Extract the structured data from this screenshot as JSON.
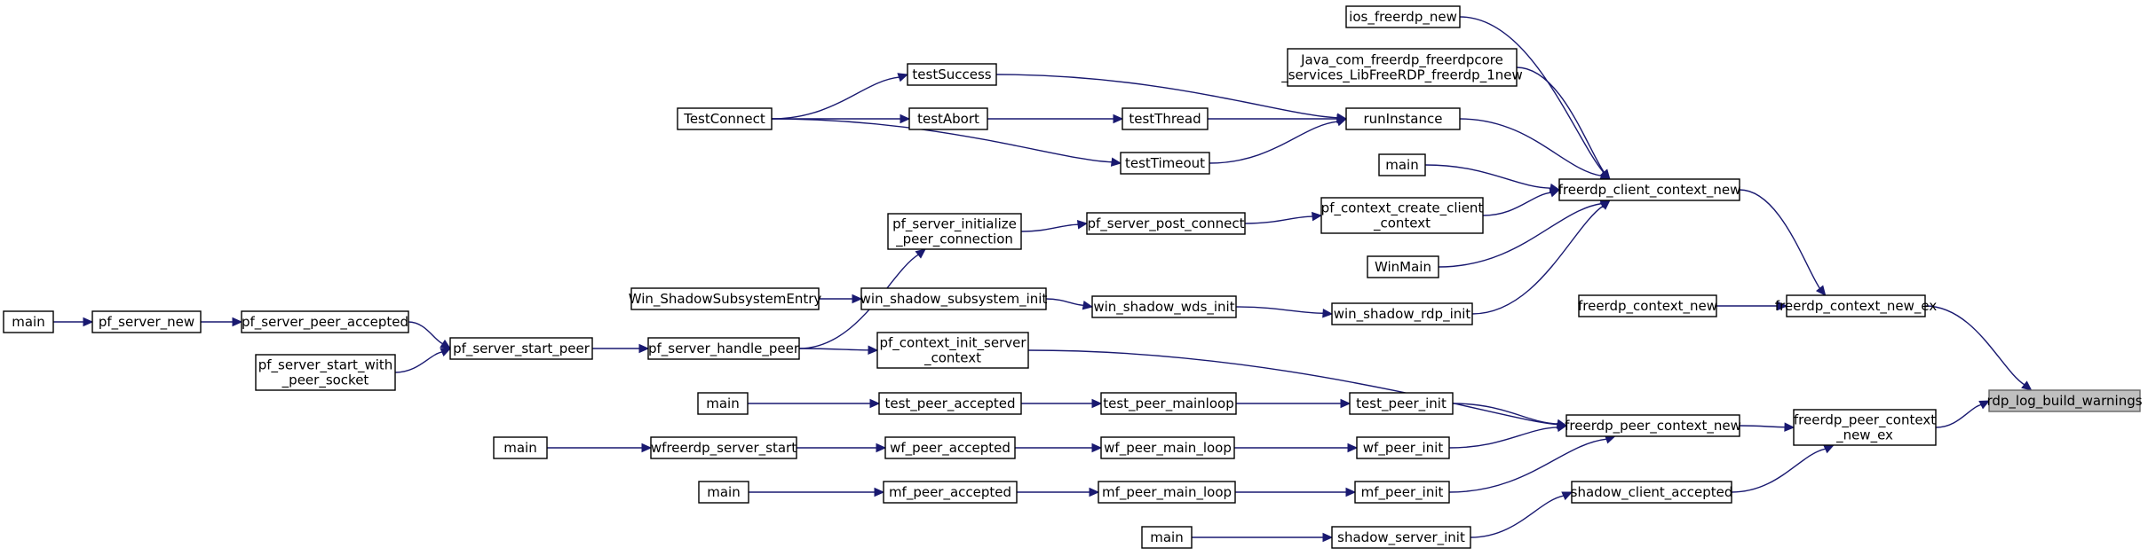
{
  "diagram": {
    "type": "call-graph",
    "colors": {
      "edge": "#191970",
      "node_border": "#000000",
      "root_fill": "#bfbfbf",
      "node_fill": "#ffffff"
    },
    "nodes": [
      {
        "id": "rdp_log_build_warnings",
        "lines": [
          "rdp_log_build_warnings"
        ],
        "root": true
      },
      {
        "id": "freerdp_context_new_ex",
        "lines": [
          "freerdp_context_new_ex"
        ]
      },
      {
        "id": "freerdp_peer_context_new_ex",
        "lines": [
          "freerdp_peer_context",
          "_new_ex"
        ]
      },
      {
        "id": "freerdp_context_new",
        "lines": [
          "freerdp_context_new"
        ]
      },
      {
        "id": "freerdp_client_context_new",
        "lines": [
          "freerdp_client_context_new"
        ]
      },
      {
        "id": "freerdp_peer_context_new",
        "lines": [
          "freerdp_peer_context_new"
        ]
      },
      {
        "id": "shadow_client_accepted",
        "lines": [
          "shadow_client_accepted"
        ]
      },
      {
        "id": "ios_freerdp_new",
        "lines": [
          "ios_freerdp_new"
        ]
      },
      {
        "id": "java_freerdp_new",
        "lines": [
          "Java_com_freerdp_freerdpcore",
          "_services_LibFreeRDP_freerdp_1new"
        ]
      },
      {
        "id": "runInstance",
        "lines": [
          "runInstance"
        ]
      },
      {
        "id": "main_client",
        "lines": [
          "main"
        ]
      },
      {
        "id": "pf_context_create_client_context",
        "lines": [
          "pf_context_create_client",
          "_context"
        ]
      },
      {
        "id": "WinMain",
        "lines": [
          "WinMain"
        ]
      },
      {
        "id": "win_shadow_rdp_init",
        "lines": [
          "win_shadow_rdp_init"
        ]
      },
      {
        "id": "testSuccess",
        "lines": [
          "testSuccess"
        ]
      },
      {
        "id": "testThread",
        "lines": [
          "testThread"
        ]
      },
      {
        "id": "testTimeout",
        "lines": [
          "testTimeout"
        ]
      },
      {
        "id": "testAbort",
        "lines": [
          "testAbort"
        ]
      },
      {
        "id": "TestConnect",
        "lines": [
          "TestConnect"
        ]
      },
      {
        "id": "pf_server_post_connect",
        "lines": [
          "pf_server_post_connect"
        ]
      },
      {
        "id": "pf_server_initialize_peer_connection",
        "lines": [
          "pf_server_initialize",
          "_peer_connection"
        ]
      },
      {
        "id": "pf_server_handle_peer",
        "lines": [
          "pf_server_handle_peer"
        ]
      },
      {
        "id": "pf_server_start_peer",
        "lines": [
          "pf_server_start_peer"
        ]
      },
      {
        "id": "pf_server_peer_accepted",
        "lines": [
          "pf_server_peer_accepted"
        ]
      },
      {
        "id": "pf_server_start_with_peer_socket",
        "lines": [
          "pf_server_start_with",
          "_peer_socket"
        ]
      },
      {
        "id": "pf_server_new",
        "lines": [
          "pf_server_new"
        ]
      },
      {
        "id": "main_pf",
        "lines": [
          "main"
        ]
      },
      {
        "id": "win_shadow_wds_init",
        "lines": [
          "win_shadow_wds_init"
        ]
      },
      {
        "id": "win_shadow_subsystem_init",
        "lines": [
          "win_shadow_subsystem_init"
        ]
      },
      {
        "id": "Win_ShadowSubsystemEntry",
        "lines": [
          "Win_ShadowSubsystemEntry"
        ]
      },
      {
        "id": "pf_context_init_server_context",
        "lines": [
          "pf_context_init_server",
          "_context"
        ]
      },
      {
        "id": "test_peer_init",
        "lines": [
          "test_peer_init"
        ]
      },
      {
        "id": "test_peer_mainloop",
        "lines": [
          "test_peer_mainloop"
        ]
      },
      {
        "id": "test_peer_accepted",
        "lines": [
          "test_peer_accepted"
        ]
      },
      {
        "id": "main_test",
        "lines": [
          "main"
        ]
      },
      {
        "id": "wf_peer_init",
        "lines": [
          "wf_peer_init"
        ]
      },
      {
        "id": "wf_peer_main_loop",
        "lines": [
          "wf_peer_main_loop"
        ]
      },
      {
        "id": "wf_peer_accepted",
        "lines": [
          "wf_peer_accepted"
        ]
      },
      {
        "id": "wfreerdp_server_start",
        "lines": [
          "wfreerdp_server_start"
        ]
      },
      {
        "id": "main_wf",
        "lines": [
          "main"
        ]
      },
      {
        "id": "mf_peer_init",
        "lines": [
          "mf_peer_init"
        ]
      },
      {
        "id": "mf_peer_main_loop",
        "lines": [
          "mf_peer_main_loop"
        ]
      },
      {
        "id": "mf_peer_accepted",
        "lines": [
          "mf_peer_accepted"
        ]
      },
      {
        "id": "main_mf",
        "lines": [
          "main"
        ]
      },
      {
        "id": "shadow_server_init",
        "lines": [
          "shadow_server_init"
        ]
      },
      {
        "id": "main_shadow",
        "lines": [
          "main"
        ]
      }
    ],
    "edges": [
      {
        "from": "freerdp_context_new_ex",
        "to": "rdp_log_build_warnings"
      },
      {
        "from": "freerdp_peer_context_new_ex",
        "to": "rdp_log_build_warnings"
      },
      {
        "from": "freerdp_context_new",
        "to": "freerdp_context_new_ex"
      },
      {
        "from": "freerdp_client_context_new",
        "to": "freerdp_context_new_ex"
      },
      {
        "from": "freerdp_peer_context_new",
        "to": "freerdp_peer_context_new_ex"
      },
      {
        "from": "shadow_client_accepted",
        "to": "freerdp_peer_context_new_ex"
      },
      {
        "from": "ios_freerdp_new",
        "to": "freerdp_client_context_new"
      },
      {
        "from": "java_freerdp_new",
        "to": "freerdp_client_context_new"
      },
      {
        "from": "runInstance",
        "to": "freerdp_client_context_new"
      },
      {
        "from": "main_client",
        "to": "freerdp_client_context_new"
      },
      {
        "from": "pf_context_create_client_context",
        "to": "freerdp_client_context_new"
      },
      {
        "from": "WinMain",
        "to": "freerdp_client_context_new"
      },
      {
        "from": "win_shadow_rdp_init",
        "to": "freerdp_client_context_new"
      },
      {
        "from": "testSuccess",
        "to": "runInstance"
      },
      {
        "from": "testThread",
        "to": "runInstance"
      },
      {
        "from": "testTimeout",
        "to": "runInstance"
      },
      {
        "from": "TestConnect",
        "to": "testSuccess"
      },
      {
        "from": "TestConnect",
        "to": "testAbort"
      },
      {
        "from": "TestConnect",
        "to": "testTimeout"
      },
      {
        "from": "testAbort",
        "to": "testThread"
      },
      {
        "from": "pf_server_post_connect",
        "to": "pf_context_create_client_context"
      },
      {
        "from": "pf_server_initialize_peer_connection",
        "to": "pf_server_post_connect"
      },
      {
        "from": "pf_server_handle_peer",
        "to": "pf_server_initialize_peer_connection"
      },
      {
        "from": "pf_server_start_peer",
        "to": "pf_server_handle_peer"
      },
      {
        "from": "pf_server_peer_accepted",
        "to": "pf_server_start_peer"
      },
      {
        "from": "pf_server_start_with_peer_socket",
        "to": "pf_server_start_peer"
      },
      {
        "from": "pf_server_new",
        "to": "pf_server_peer_accepted"
      },
      {
        "from": "main_pf",
        "to": "pf_server_new"
      },
      {
        "from": "win_shadow_wds_init",
        "to": "win_shadow_rdp_init"
      },
      {
        "from": "win_shadow_subsystem_init",
        "to": "win_shadow_wds_init"
      },
      {
        "from": "Win_ShadowSubsystemEntry",
        "to": "win_shadow_subsystem_init"
      },
      {
        "from": "pf_server_handle_peer",
        "to": "pf_context_init_server_context"
      },
      {
        "from": "pf_context_init_server_context",
        "to": "freerdp_peer_context_new"
      },
      {
        "from": "test_peer_init",
        "to": "freerdp_peer_context_new"
      },
      {
        "from": "wf_peer_init",
        "to": "freerdp_peer_context_new"
      },
      {
        "from": "mf_peer_init",
        "to": "freerdp_peer_context_new"
      },
      {
        "from": "test_peer_mainloop",
        "to": "test_peer_init"
      },
      {
        "from": "test_peer_accepted",
        "to": "test_peer_mainloop"
      },
      {
        "from": "main_test",
        "to": "test_peer_accepted"
      },
      {
        "from": "wf_peer_main_loop",
        "to": "wf_peer_init"
      },
      {
        "from": "wf_peer_accepted",
        "to": "wf_peer_main_loop"
      },
      {
        "from": "wfreerdp_server_start",
        "to": "wf_peer_accepted"
      },
      {
        "from": "main_wf",
        "to": "wfreerdp_server_start"
      },
      {
        "from": "mf_peer_main_loop",
        "to": "mf_peer_init"
      },
      {
        "from": "mf_peer_accepted",
        "to": "mf_peer_main_loop"
      },
      {
        "from": "main_mf",
        "to": "mf_peer_accepted"
      },
      {
        "from": "shadow_server_init",
        "to": "shadow_client_accepted"
      },
      {
        "from": "main_shadow",
        "to": "shadow_server_init"
      }
    ]
  }
}
